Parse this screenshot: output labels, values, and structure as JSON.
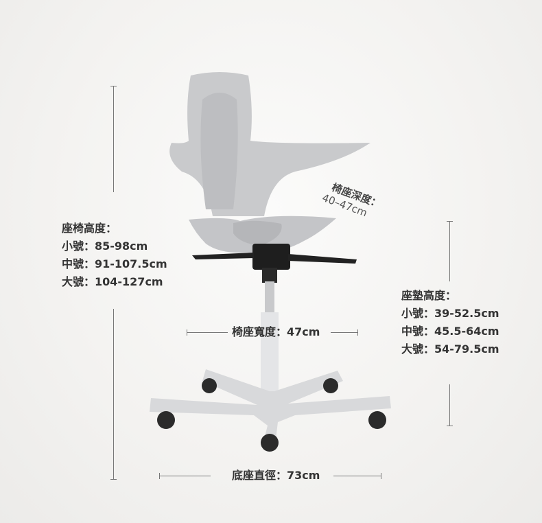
{
  "seat_height_total": {
    "title": "座椅高度：",
    "small": "小號：85-98cm",
    "medium": "中號：91-107.5cm",
    "large": "大號：104-127cm"
  },
  "cushion_height": {
    "title": "座墊高度：",
    "small": "小號：39-52.5cm",
    "medium": "中號：45.5-64cm",
    "large": "大號：54-79.5cm"
  },
  "seat_depth": {
    "title": "椅座深度：",
    "value": "40–47cm"
  },
  "seat_width": "椅座寬度：47cm",
  "base_diameter": "底座直徑：73cm",
  "colors": {
    "chair_shell": "#c9cacc",
    "base": "#d8d9db",
    "mechanism": "#1e1e1e"
  }
}
